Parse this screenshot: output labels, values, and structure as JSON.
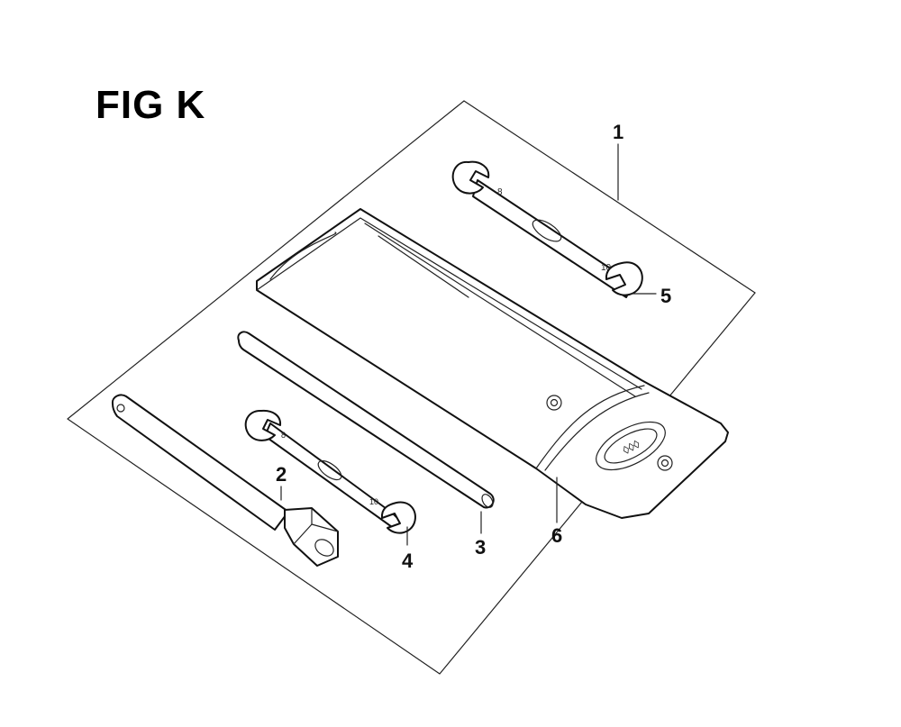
{
  "figure": {
    "title": "FIG K"
  },
  "callouts": [
    {
      "id": "1",
      "label": "1"
    },
    {
      "id": "2",
      "label": "2"
    },
    {
      "id": "3",
      "label": "3"
    },
    {
      "id": "4",
      "label": "4"
    },
    {
      "id": "5",
      "label": "5"
    },
    {
      "id": "6",
      "label": "6"
    }
  ],
  "colors": {
    "line": "#111111",
    "background": "#ffffff"
  }
}
